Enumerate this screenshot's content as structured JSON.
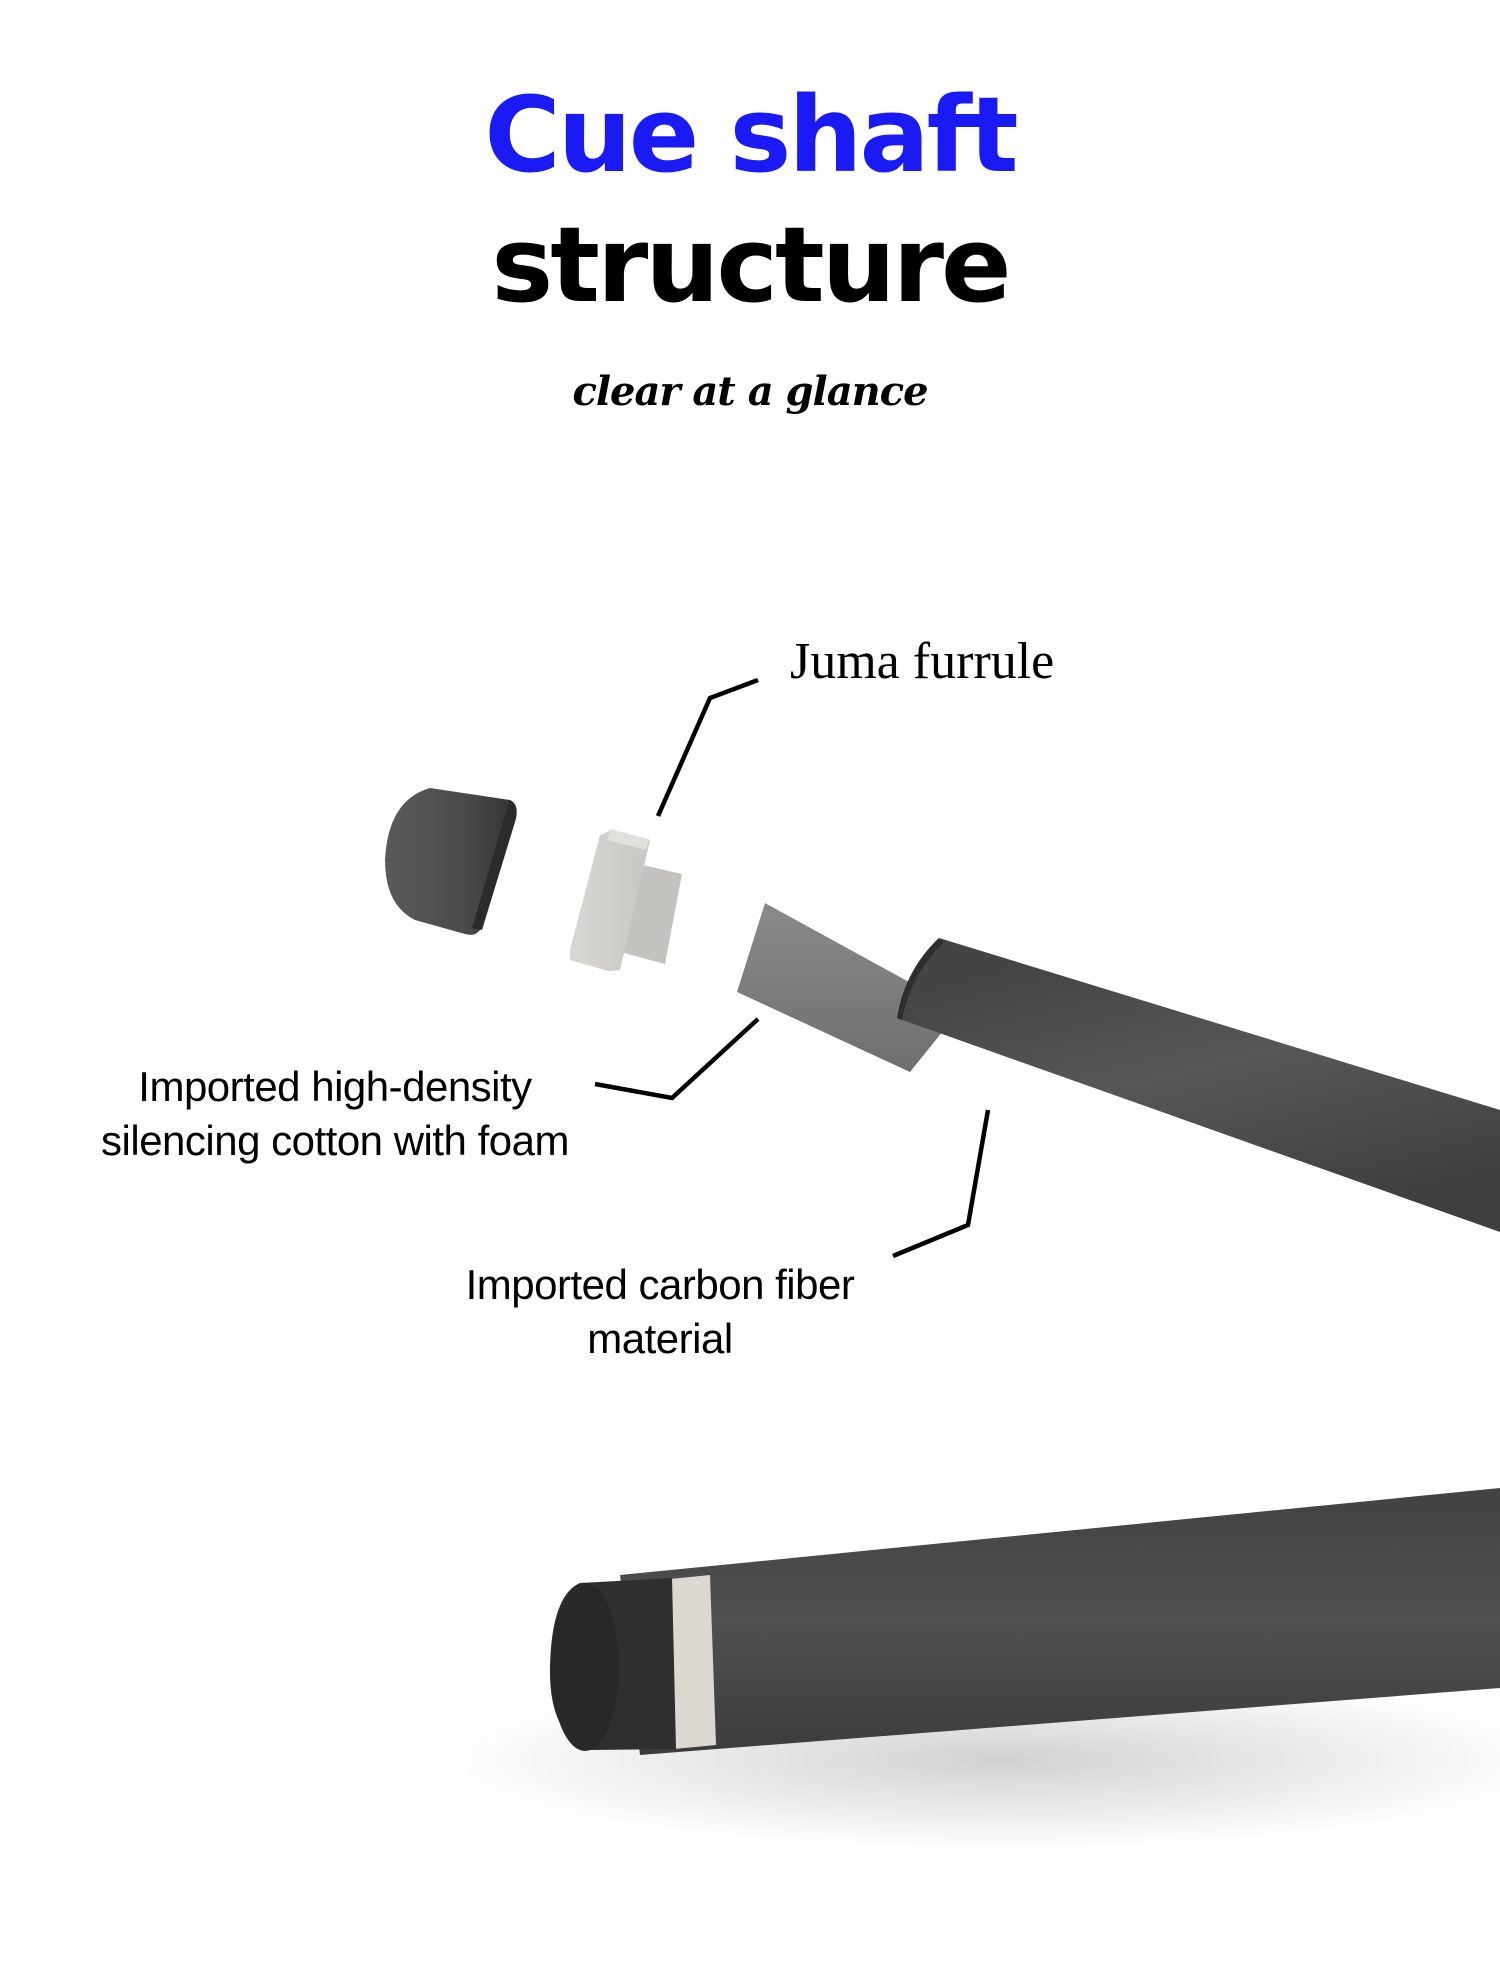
{
  "header": {
    "title_line1": "Cue shaft",
    "title_line2": "structure",
    "subtitle": "clear at a glance",
    "title_accent_color": "#1a1af5",
    "title_secondary_color": "#000000"
  },
  "diagram": {
    "parts": [
      {
        "id": "tip",
        "name": "cue tip",
        "color": "#4a4a4a"
      },
      {
        "id": "ferrule",
        "name": "Juma furrule",
        "color": "#d6d4d0"
      },
      {
        "id": "core",
        "name": "silencing cotton with foam core",
        "color": "#7a7a7a"
      },
      {
        "id": "shaft",
        "name": "carbon fiber shaft",
        "color": "#4e4e4e"
      }
    ],
    "labels": {
      "ferrule": "Juma furrule",
      "cotton_line1": "Imported high-density",
      "cotton_line2": "silencing cotton with foam",
      "carbon_line1": "Imported carbon fiber",
      "carbon_line2": "material"
    }
  },
  "assembled_view": {
    "tip_color": "#2f2f2f",
    "ring_color": "#dcd8cf",
    "shaft_color": "#4a4a4a"
  }
}
